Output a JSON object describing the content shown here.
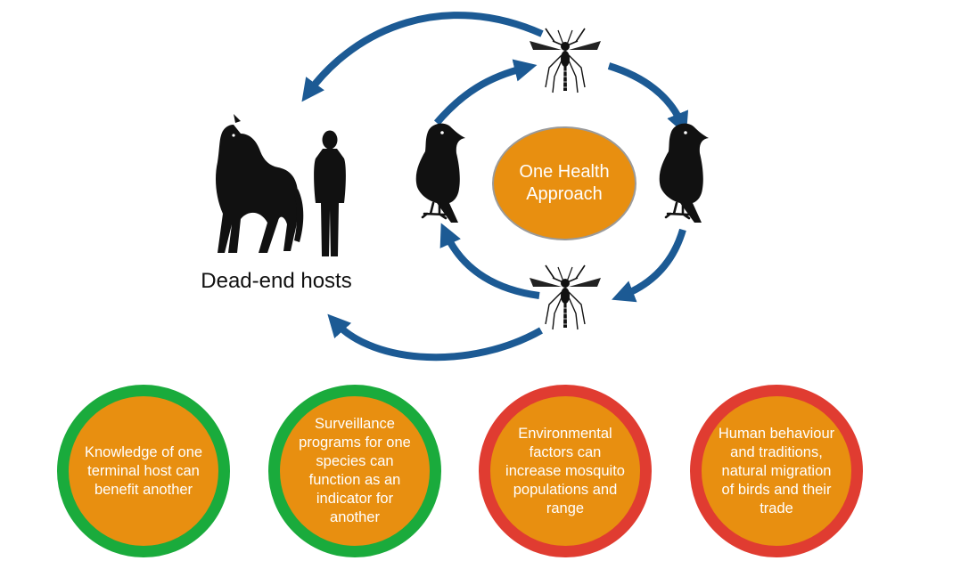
{
  "diagram": {
    "center_label": "One Health Approach",
    "dead_end_label": "Dead-end hosts",
    "colors": {
      "arrow": "#1c5a94",
      "orange": "#e88f10",
      "green": "#1aab3c",
      "red": "#e03c31",
      "silhouette": "#111111"
    },
    "icons": [
      "horse-icon",
      "human-icon",
      "crow-icon",
      "mosquito-icon"
    ],
    "factors": [
      {
        "text": "Knowledge of one terminal host can benefit another",
        "border": "green"
      },
      {
        "text": "Surveillance programs for one species can function as an indicator for another",
        "border": "green"
      },
      {
        "text": "Environmental factors can increase mosquito populations and range",
        "border": "red"
      },
      {
        "text": "Human behaviour and traditions, natural migration of birds and their trade",
        "border": "red"
      }
    ]
  }
}
